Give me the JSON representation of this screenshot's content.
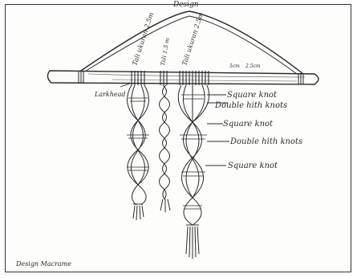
{
  "diagram": {
    "ink_color": "#2a2a2a",
    "title_top": "Design",
    "caption": "Design Macrame",
    "hanger_label": "Larkhead",
    "cord_labels": [
      "Tali ukuran 2.5m",
      "Tali 1.5 m",
      "Tali ukuran 2.5m"
    ],
    "cm_label_a": "5cm",
    "cm_label_b": "2.5cm",
    "knot_labels": [
      "Square knot",
      "Double hith knots",
      "Square knot",
      "Double hith knots",
      "Square knot"
    ]
  }
}
